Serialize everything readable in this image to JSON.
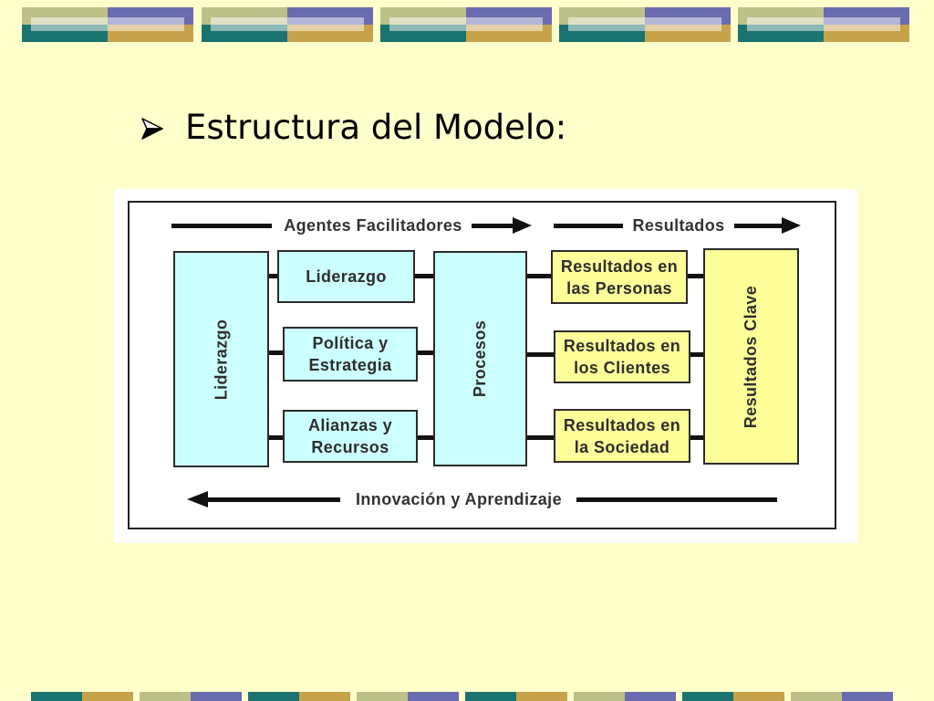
{
  "slide": {
    "title": "Estructura del Modelo:",
    "bullet_icon": "arrow-bullet-icon"
  },
  "diagram": {
    "enablers_header": "Agentes Facilitadores",
    "results_header": "Resultados",
    "footer": "Innovación y Aprendizaje",
    "leadership_column": "Liderazgo",
    "leadership": "Liderazgo",
    "policy_strategy": [
      "Política y",
      "Estrategia"
    ],
    "partnerships_resources": [
      "Alianzas y",
      "Recursos"
    ],
    "processes_column": "Procesos",
    "people_results": [
      "Resultados en",
      "las Personas"
    ],
    "customer_results": [
      "Resultados en",
      "los Clientes"
    ],
    "society_results": [
      "Resultados en",
      "la Sociedad"
    ],
    "key_results_column": "Resultados Clave"
  },
  "colors": {
    "slide_background": "#FFFFCC",
    "enabler_fill": "#CCFFFF",
    "results_fill": "#FFFF99",
    "stripe_teal": "#1B7370",
    "stripe_gold": "#C6A34B",
    "stripe_khaki": "#BEC08A",
    "stripe_purple": "#6B6BAF"
  }
}
